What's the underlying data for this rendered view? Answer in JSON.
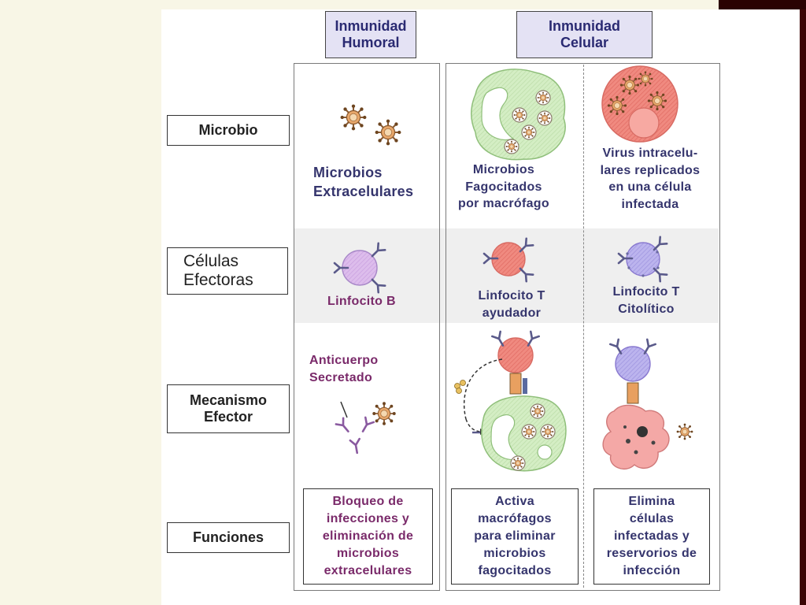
{
  "header": {
    "humoral": "Inmunidad\nHumoral",
    "cellular": "Inmunidad\nCelular"
  },
  "rows": {
    "microbio": "Microbio",
    "celulas": "Células\nEfectoras",
    "mecanismo": "Mecanismo\nEfector",
    "funciones": "Funciones"
  },
  "humoral": {
    "microbe_label": "Microbios\nExtracelulares",
    "cell_label": "Linfocito B",
    "antibody_label": "Anticuerpo\nSecretado",
    "function": "Bloqueo de\ninfecciones y\neliminación de\nmicrobios\nextracelulares"
  },
  "cellular_helper": {
    "microbe_label": "Microbios\nFagocitados\npor macrófago",
    "cell_label": "Linfocito T\nayudador",
    "function": "Activa\nmacrófagos\npara eliminar\nmicrobios\nfagocitados"
  },
  "cellular_cytotoxic": {
    "microbe_label": "Virus intracelu-\nlares replicados\nen una célula\ninfectada",
    "cell_label": "Linfocito T\nCitolítico",
    "function": "Elimina\ncélulas\ninfectadas y\nreservorios de\ninfección"
  },
  "colors": {
    "header_text": "#2a2a72",
    "label_blue": "#35356d",
    "label_purple": "#7a2a6a",
    "slide_accent": "#6d1010",
    "macrophage": "#cfe9bf",
    "helper_t": "#f08a80",
    "cytotoxic_t": "#b8b0ec",
    "b_cell": "#d9b8ea"
  },
  "icons": [
    "microbe-icon",
    "b-cell-icon",
    "helper-t-cell-icon",
    "cytotoxic-t-cell-icon",
    "macrophage-icon",
    "infected-cell-icon",
    "antibody-icon"
  ]
}
